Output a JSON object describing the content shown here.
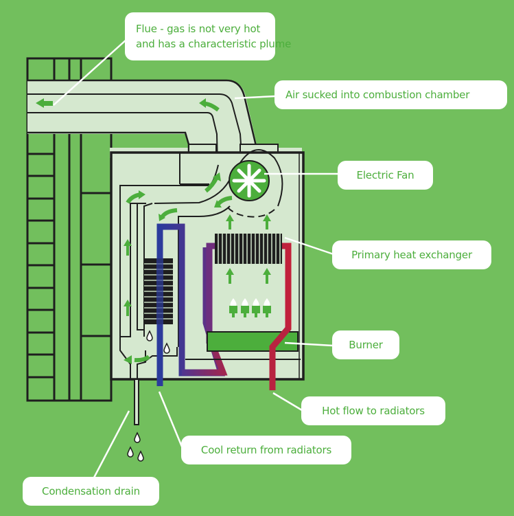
{
  "title": "Condensing boiler diagram",
  "colors": {
    "background": "#72bf5d",
    "panel": "#d5e8cf",
    "outline": "#1e1e1e",
    "arrow": "#4cae3c",
    "label_text": "#4cae3c",
    "cool_pipe": "#2b3b9c",
    "hot_pipe": "#c2203a",
    "mid_pipe": "#6d2f7f",
    "burner": "#4cae3c"
  },
  "labels": {
    "flue_line1": "Flue - gas is not very hot",
    "flue_line2": "and has a characteristic plume",
    "air": "Air sucked into combustion chamber",
    "fan": "Electric Fan",
    "primary_hx": "Primary heat exchanger",
    "burner": "Burner",
    "hot_flow": "Hot flow to radiators",
    "cool_return": "Cool return from radiators",
    "drain": "Condensation drain"
  },
  "components": [
    {
      "id": "wall",
      "icon": "brick-wall-icon"
    },
    {
      "id": "flue-pipe",
      "icon": "flue-duct-icon"
    },
    {
      "id": "fan",
      "icon": "fan-icon"
    },
    {
      "id": "primary-heat-exchanger",
      "icon": "heat-exchanger-icon"
    },
    {
      "id": "secondary-heat-exchanger",
      "icon": "heat-exchanger-icon"
    },
    {
      "id": "burner",
      "icon": "flame-icon",
      "flames": 4
    },
    {
      "id": "drain",
      "icon": "water-drop-icon",
      "drops": 3
    }
  ]
}
